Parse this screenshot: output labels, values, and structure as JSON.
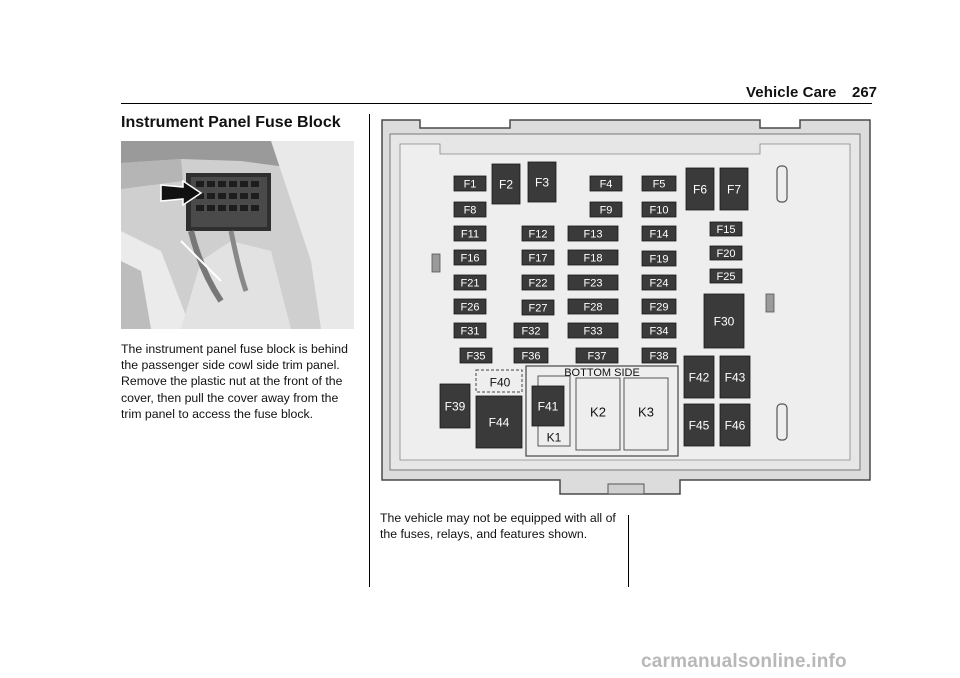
{
  "header": {
    "section": "Vehicle Care",
    "page_number": "267"
  },
  "section_title": "Instrument Panel Fuse Block",
  "body_text": "The instrument panel fuse block is behind the passenger side cowl side trim panel. Remove the plastic nut at the front of the cover, then pull the cover away from the trim panel to access the fuse block.",
  "diagram": {
    "bottom_side_label": "BOTTOM SIDE",
    "fuses": {
      "F1": "F1",
      "F2": "F2",
      "F3": "F3",
      "F4": "F4",
      "F5": "F5",
      "F6": "F6",
      "F7": "F7",
      "F8": "F8",
      "F9": "F9",
      "F10": "F10",
      "F11": "F11",
      "F12": "F12",
      "F13": "F13",
      "F14": "F14",
      "F15": "F15",
      "F16": "F16",
      "F17": "F17",
      "F18": "F18",
      "F19": "F19",
      "F20": "F20",
      "F21": "F21",
      "F22": "F22",
      "F23": "F23",
      "F24": "F24",
      "F25": "F25",
      "F26": "F26",
      "F27": "F27",
      "F28": "F28",
      "F29": "F29",
      "F30": "F30",
      "F31": "F31",
      "F32": "F32",
      "F33": "F33",
      "F34": "F34",
      "F35": "F35",
      "F36": "F36",
      "F37": "F37",
      "F38": "F38",
      "F39": "F39",
      "F40": "F40",
      "F41": "F41",
      "F42": "F42",
      "F43": "F43",
      "F44": "F44",
      "F45": "F45",
      "F46": "F46",
      "K1": "K1",
      "K2": "K2",
      "K3": "K3"
    }
  },
  "caption": "The vehicle may not be equipped with all of the fuses, relays, and features shown.",
  "watermark": "carmanualsonline.info",
  "colors": {
    "fuse_fill": "#3a3a3a",
    "housing": "#d8d8d8",
    "housing_stroke": "#555555"
  }
}
